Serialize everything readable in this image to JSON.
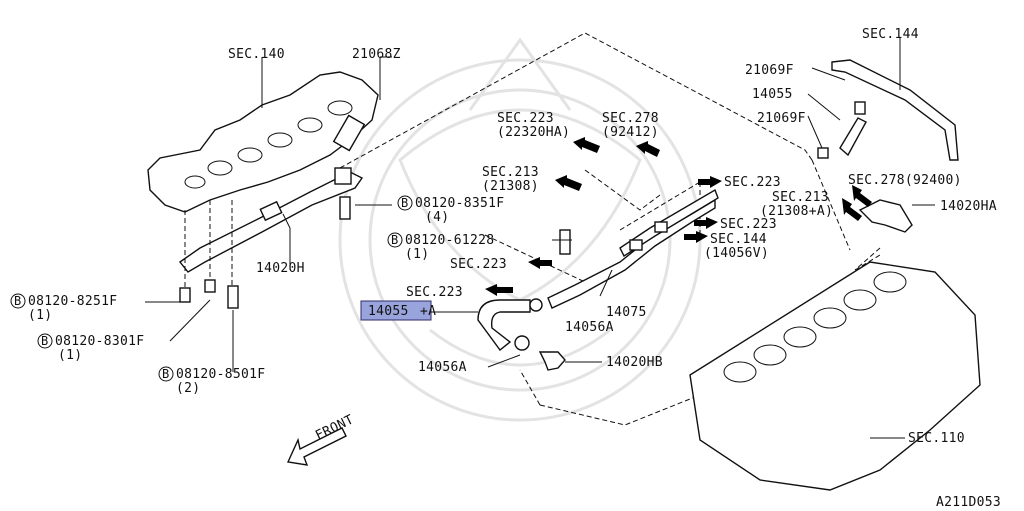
{
  "diagram": {
    "labels": {
      "sec140": "SEC.140",
      "p21068z": "21068Z",
      "sec144_top": "SEC.144",
      "p21069f_a": "21069F",
      "p14055_right": "14055",
      "p21069f_b": "21069F",
      "sec223_a": "SEC.223",
      "sec223_a_sub": "(22320HA)",
      "sec278_a": "SEC.278",
      "sec278_a_sub": "(92412)",
      "sec213_a": "SEC.213",
      "sec213_a_sub": "(21308)",
      "sec223_b": "SEC.223",
      "sec213_b": "SEC.213",
      "sec213_b_sub": "(21308+A)",
      "sec278_b": "SEC.278(92400)",
      "p14020ha": "14020HA",
      "sec223_c": "SEC.223",
      "sec144_b": "SEC.144",
      "sec144_b_sub": "(14056V)",
      "bolt_8351f": "08120-8351F",
      "bolt_8351f_qty": "(4)",
      "bolt_61228": "08120-61228",
      "bolt_61228_qty": "(1)",
      "sec223_d": "SEC.223",
      "sec223_e": "SEC.223",
      "p14020h": "14020H",
      "bolt_8251f": "08120-8251F",
      "bolt_8251f_qty": "(1)",
      "bolt_8301f": "08120-8301F",
      "bolt_8301f_qty": "(1)",
      "bolt_8501f": "08120-8501F",
      "bolt_8501f_qty": "(2)",
      "p14055_highlight": "14055",
      "p14055_suffix": "+A",
      "p14056a_a": "14056A",
      "p14075": "14075",
      "p14056a_b": "14056A",
      "p14020hb": "14020HB",
      "front": "FRONT",
      "sec110": "SEC.110",
      "diagram_id": "A211D053",
      "bolt_letter": "B"
    },
    "colors": {
      "highlight": "#9aa4dc",
      "line": "#111111",
      "watermark": "#e3e3e3"
    }
  }
}
